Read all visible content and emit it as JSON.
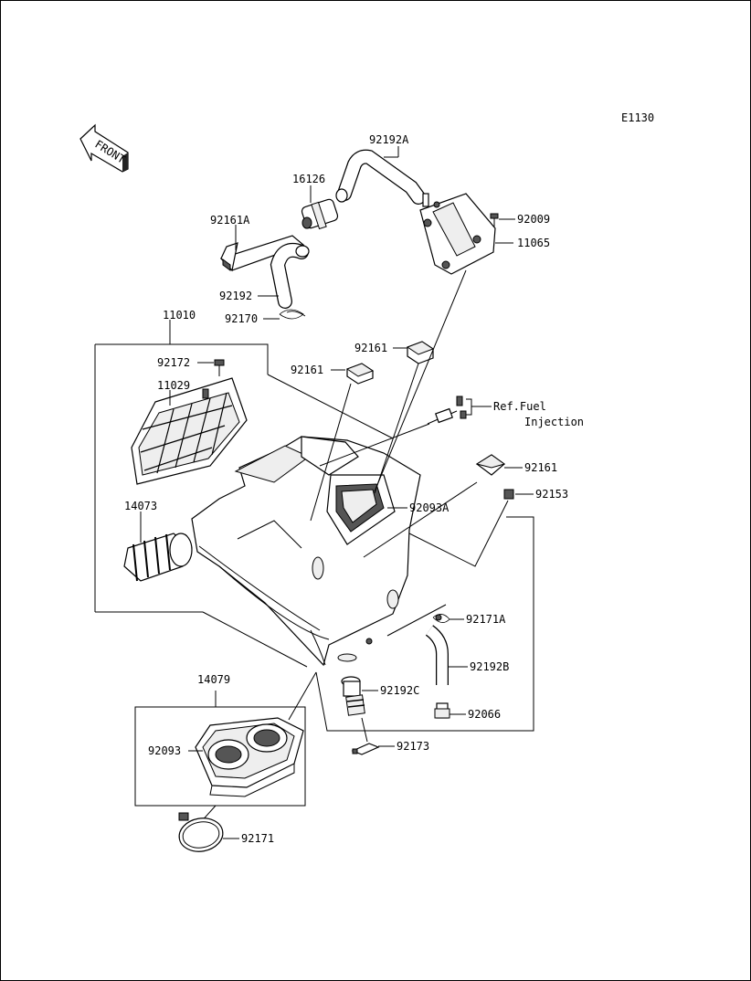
{
  "diagram_code": "E1130",
  "front_label": "FRONT",
  "ref_note": {
    "line1": "Ref.Fuel",
    "line2": "Injection"
  },
  "parts": {
    "p92192A": "92192A",
    "p16126": "16126",
    "p92161A": "92161A",
    "p92009": "92009",
    "p11065": "11065",
    "p92192": "92192",
    "p92170": "92170",
    "p11010": "11010",
    "p92161_a": "92161",
    "p92161_b": "92161",
    "p92172": "92172",
    "p11029": "11029",
    "p92161_c": "92161",
    "p92153": "92153",
    "p14073": "14073",
    "p92093A": "92093A",
    "p92171A": "92171A",
    "p92192B": "92192B",
    "p92192C": "92192C",
    "p92066": "92066",
    "p14079": "14079",
    "p92093": "92093",
    "p92173": "92173",
    "p92171": "92171"
  }
}
